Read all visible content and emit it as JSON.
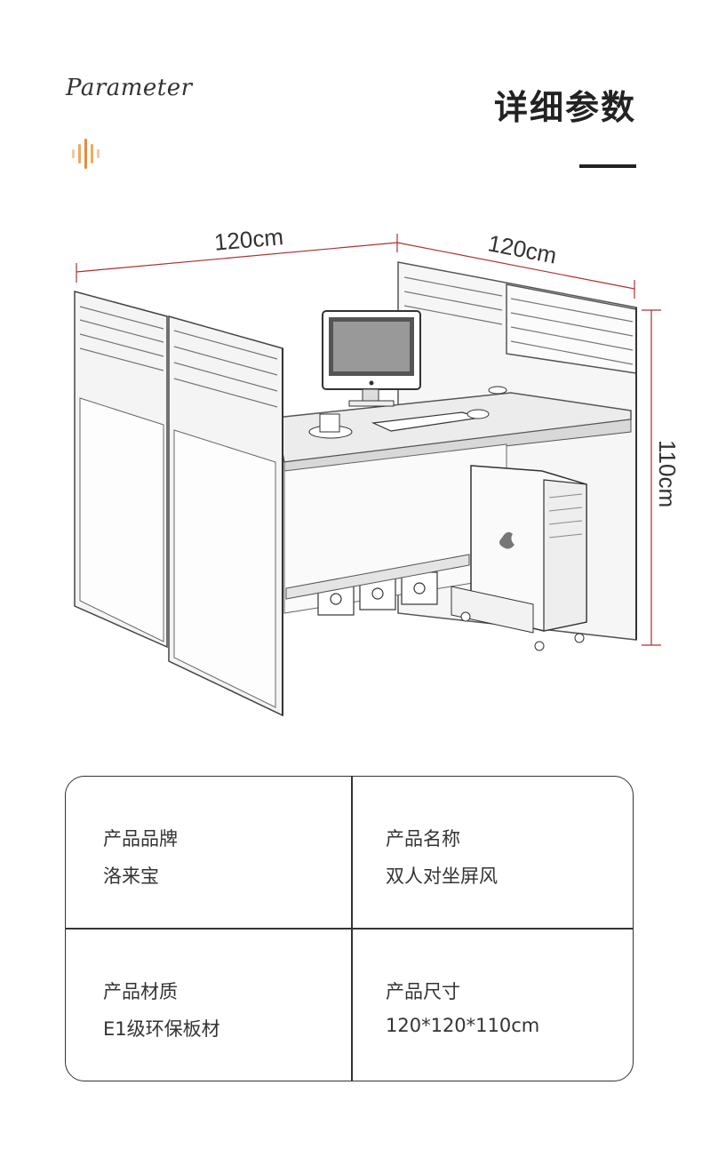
{
  "header": {
    "script_title": "Parameter",
    "title": "详细参数"
  },
  "dimensions": {
    "width_label": "120cm",
    "depth_label": "120cm",
    "height_label": "110cm"
  },
  "specs": [
    {
      "label": "产品品牌",
      "value": "洛来宝"
    },
    {
      "label": "产品名称",
      "value": "双人对坐屏风"
    },
    {
      "label": "产品材质",
      "value": "E1级环保板材"
    },
    {
      "label": "产品尺寸",
      "value": "120*120*110cm"
    }
  ],
  "colors": {
    "accent": "#f0a860",
    "dimension_line": "#b03030",
    "text": "#222222"
  }
}
